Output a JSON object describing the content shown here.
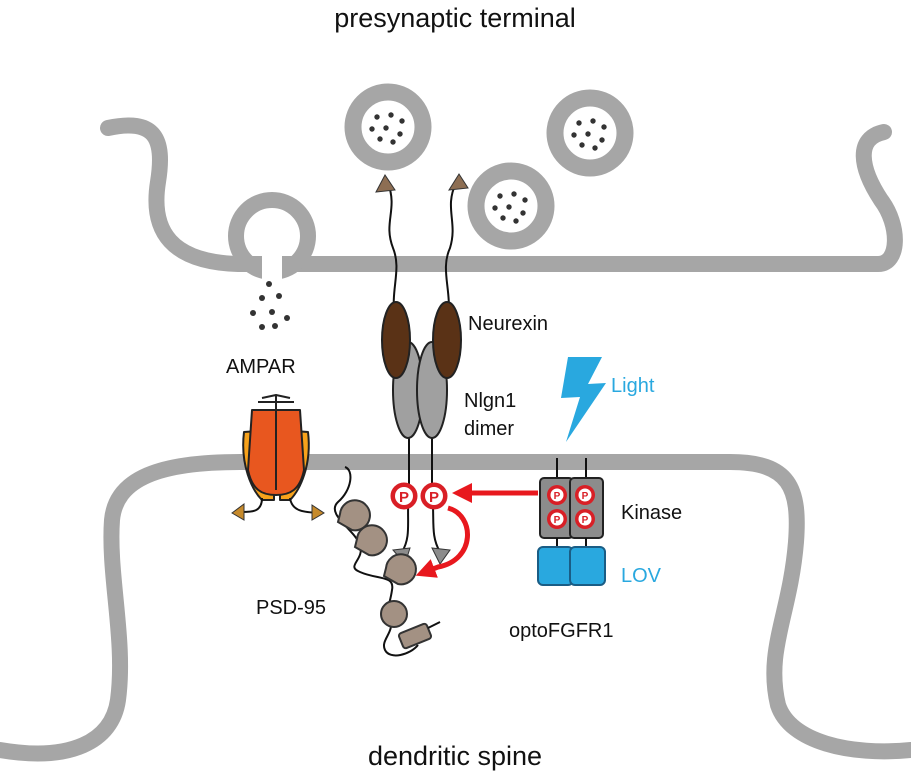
{
  "labels": {
    "presynaptic": "presynaptic terminal",
    "dendritic": "dendritic spine",
    "neurexin": "Neurexin",
    "nlgn1_line1": "Nlgn1",
    "nlgn1_line2": "dimer",
    "ampar": "AMPAR",
    "light": "Light",
    "kinase": "Kinase",
    "lov": "LOV",
    "psd95": "PSD-95",
    "optofgfr1": "optoFGFR1",
    "phospho": "P"
  },
  "colors": {
    "membrane": "#a6a6a6",
    "vesicle": "#a6a6a6",
    "neurexin": "#5a3216",
    "nlgn1": "#a0a0a0",
    "ampar_dark": "#e8571f",
    "ampar_light": "#f7a21b",
    "light_bolt": "#29a8df",
    "lov": "#29a8df",
    "kinase_box": "#8c8c8c",
    "phospho": "#d91f26",
    "arrow": "#e8181e",
    "psd95": "#a39183"
  },
  "icons": {
    "light": "lightning-bolt-icon"
  }
}
